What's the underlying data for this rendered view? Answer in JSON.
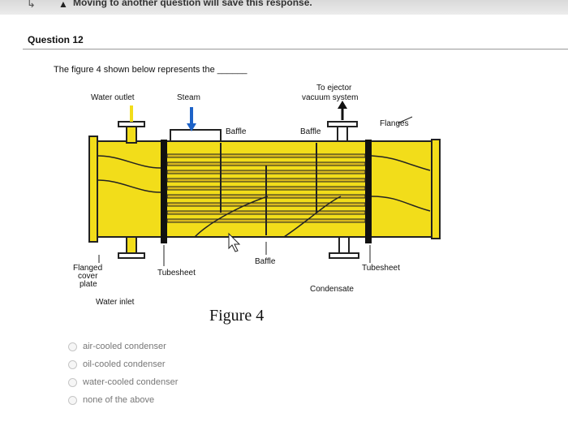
{
  "notice": {
    "icon": "warning-icon",
    "text": "Moving to another question will save this response."
  },
  "question": {
    "number": "Question 12",
    "prompt": "The figure 4 shown below represents the ______"
  },
  "figure": {
    "labels": {
      "water_outlet": "Water outlet",
      "steam": "Steam",
      "to_ejector": "To ejector",
      "vacuum_system": "vacuum system",
      "flanges": "Flanges",
      "baffle_left": "Baffle",
      "baffle_right": "Baffle",
      "baffle_bottom": "Baffle",
      "flanged": "Flanged",
      "cover": "cover",
      "plate": "plate",
      "tubesheet_left": "Tubesheet",
      "tubesheet_right": "Tubesheet",
      "condensate": "Condensate",
      "water_inlet": "Water inlet"
    },
    "caption": "Figure 4",
    "colors": {
      "shell": "#f2dd1a",
      "tubes": "#d8b81f",
      "outline": "#222222",
      "steam_arrow": "#1e63c8"
    }
  },
  "options": [
    {
      "label": "air-cooled condenser"
    },
    {
      "label": "oil-cooled condenser"
    },
    {
      "label": "water-cooled condenser"
    },
    {
      "label": "none of the above"
    }
  ]
}
